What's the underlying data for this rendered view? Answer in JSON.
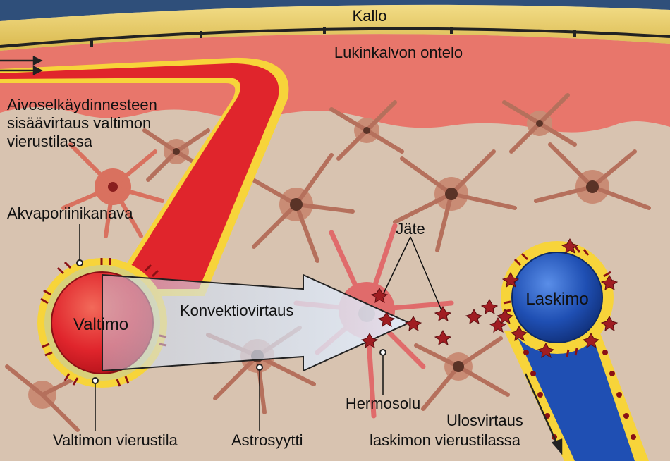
{
  "labels": {
    "kallo": "Kallo",
    "lukinkalvon_ontelo": "Lukinkalvon ontelo",
    "sisaavirtaus_1": "Aivoselkäydinnesteen",
    "sisaavirtaus_2": "sisäävirtaus valtimon",
    "sisaavirtaus_3": "vierustilassa",
    "akvaporiinikanava": "Akvaporiinikanava",
    "valtimo": "Valtimo",
    "konvektiovirtaus": "Konvektiovirtaus",
    "jate": "Jäte",
    "laskimo": "Laskimo",
    "hermosolu": "Hermosolu",
    "valtimon_vierustila": "Valtimon vierustila",
    "astrosyytti": "Astrosyytti",
    "ulosvirtaus_1": "Ulosvirtaus",
    "ulosvirtaus_2": "laskimon vierustilassa"
  },
  "colors": {
    "sky": "#2f4f7a",
    "skull": "#e8c964",
    "meninges": "#e8766b",
    "tissue": "#d8c3b0",
    "astro": "#c98c75",
    "artery": "#e0252c",
    "vein": "#1f4fb3",
    "sheath": "#f7d43a",
    "waste": "#a01d22"
  }
}
